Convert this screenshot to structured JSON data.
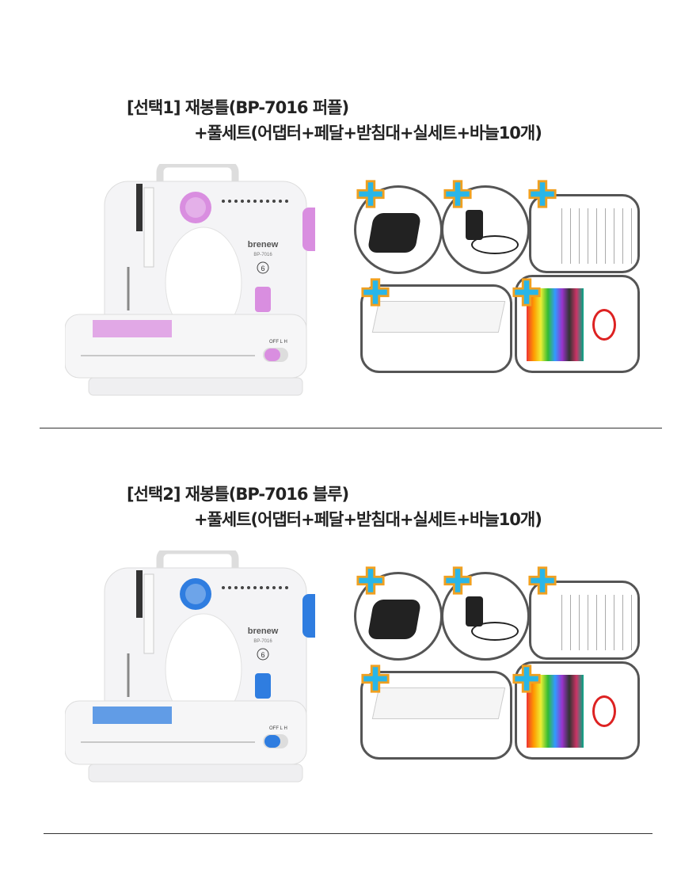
{
  "sections": [
    {
      "title_line1": "[선택1]  재봉틀(BP-7016 퍼플)",
      "title_line2": "+풀세트(어댑터+페달+받침대+실세트+바늘10개)",
      "accent": "#d98ee0",
      "brand": "brenew",
      "model": "BP-7016",
      "switch_label": "OFF  L  H",
      "dial_number": "6"
    },
    {
      "title_line1": "[선택2]  재봉틀(BP-7016 블루)",
      "title_line2": "+풀세트(어댑터+페달+받침대+실세트+바늘10개)",
      "accent": "#2f7de0",
      "brand": "brenew",
      "model": "BP-7016",
      "switch_label": "OFF  L  H",
      "dial_number": "6"
    }
  ],
  "colors": {
    "plus_fill": "#29b6e8",
    "plus_outline": "#f0a020"
  }
}
